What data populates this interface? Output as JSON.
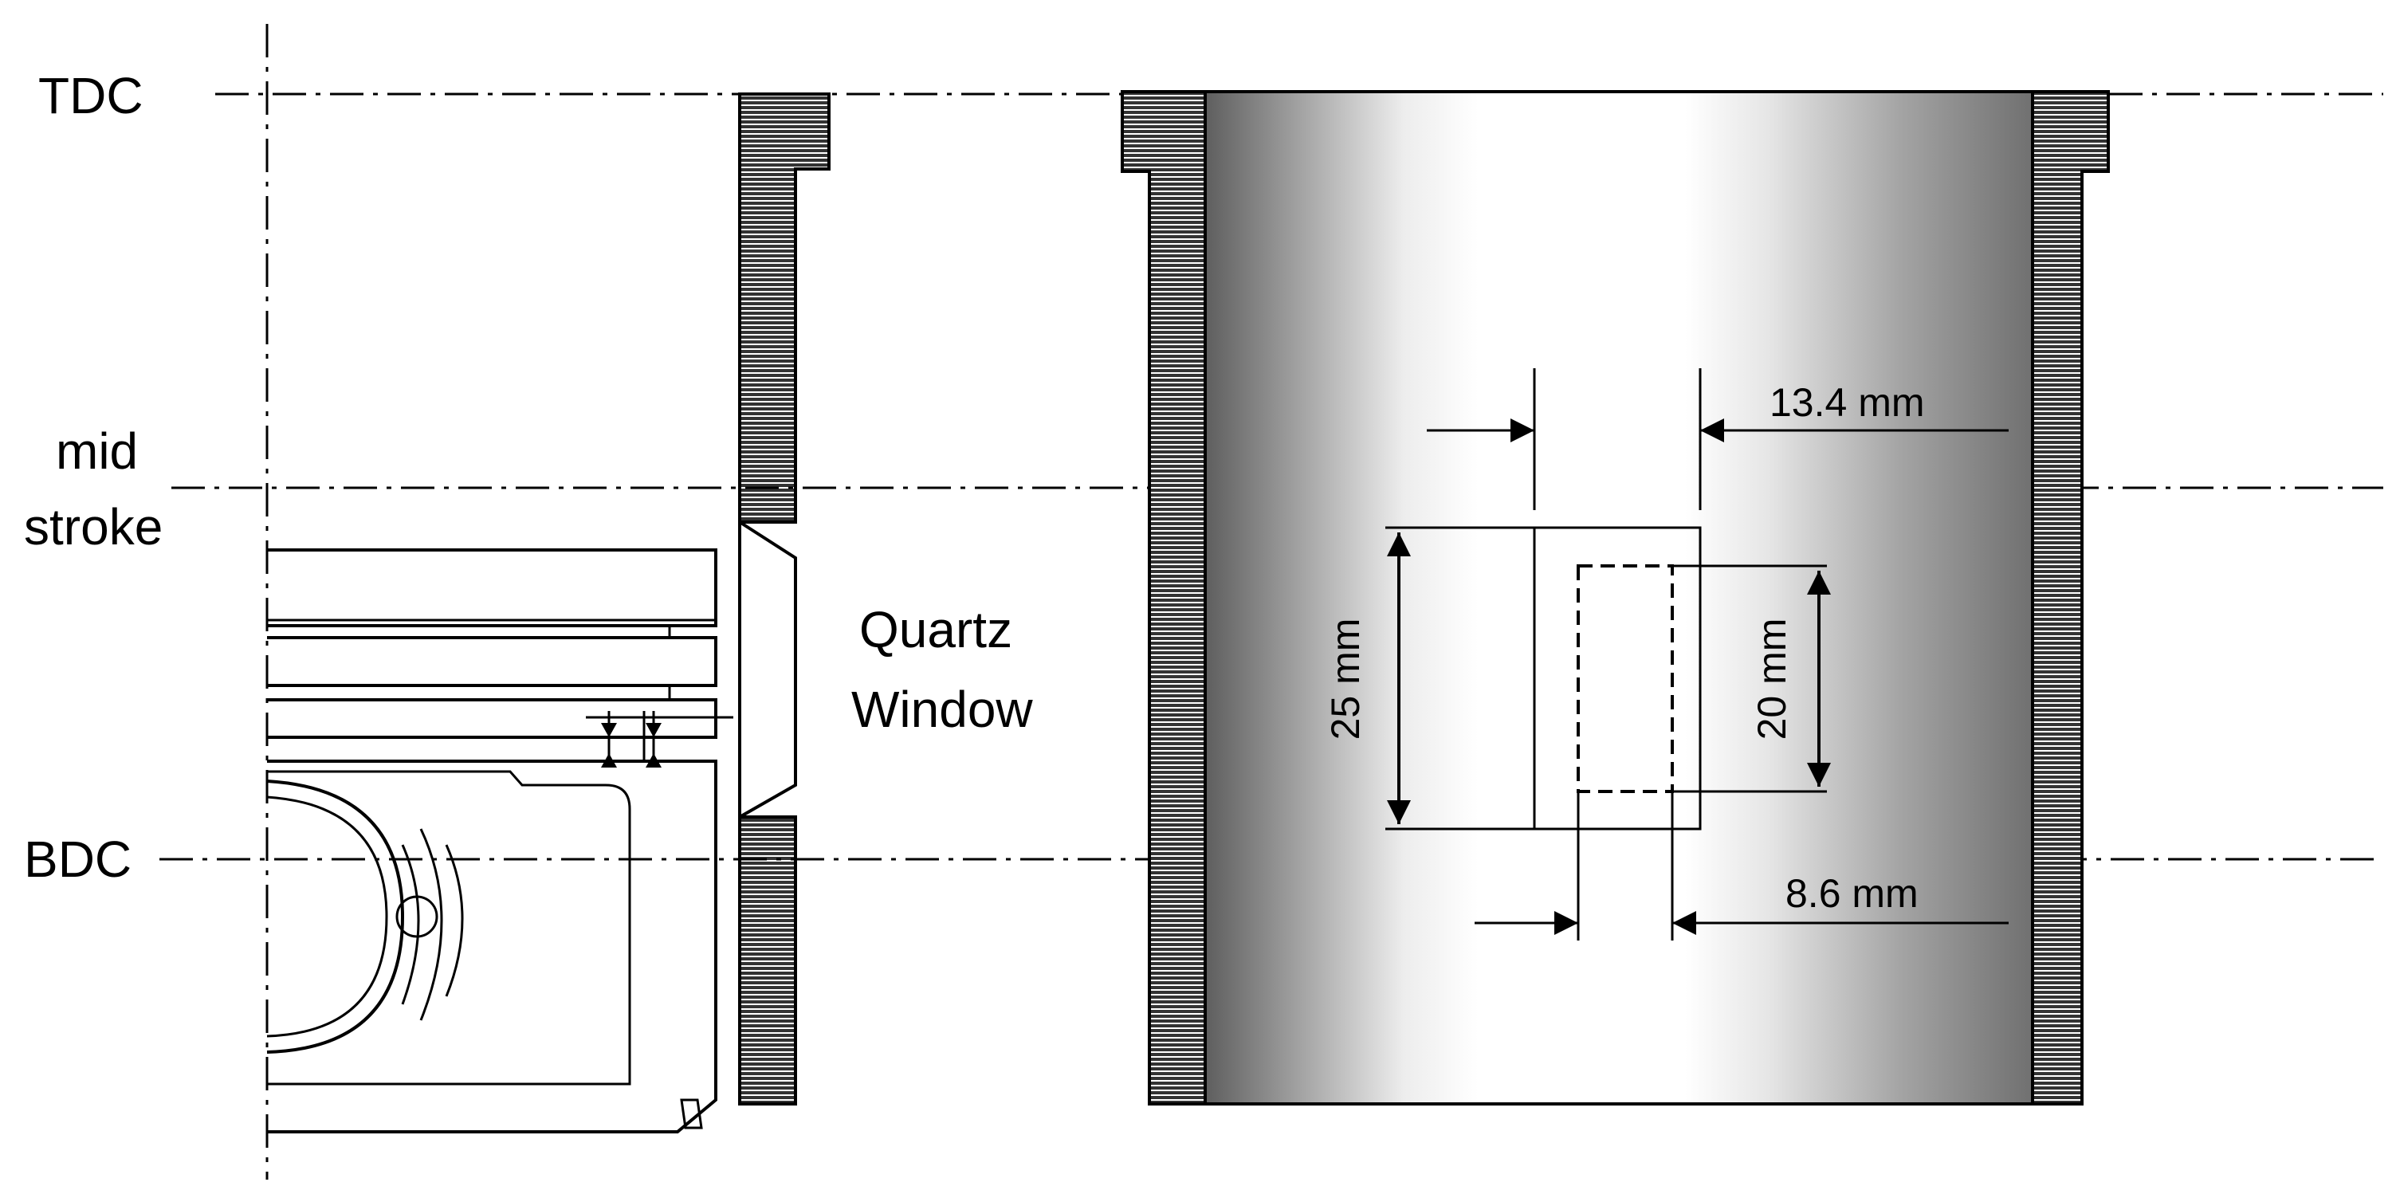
{
  "labels": {
    "tdc": "TDC",
    "mid_line1": "mid",
    "mid_line2": "stroke",
    "bdc": "BDC",
    "quartz_line1": "Quartz",
    "quartz_line2": "Window"
  },
  "dimensions": {
    "outer_width": "13.4 mm",
    "outer_height": "25 mm",
    "inner_height": "20 mm",
    "inner_width": "8.6 mm"
  }
}
